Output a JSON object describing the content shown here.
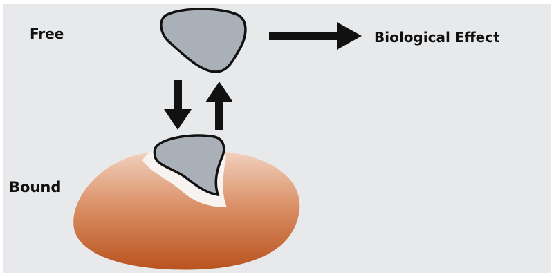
{
  "labels": {
    "free": "Free",
    "effect": "Biological Effect",
    "bound": "Bound"
  },
  "colors": {
    "background": "#e7e9eb",
    "ligand_fill": "#a9b0b8",
    "outline": "#111111",
    "protein_top": "#f3d3c1",
    "protein_mid": "#d98c62",
    "protein_bottom": "#b9531f"
  },
  "elements": {
    "free_ligand": "free ligand molecule",
    "bound_ligand": "bound ligand molecule",
    "protein": "binding protein",
    "arrow_right": "arrow to biological effect",
    "arrow_down": "binding arrow",
    "arrow_up": "release arrow"
  }
}
